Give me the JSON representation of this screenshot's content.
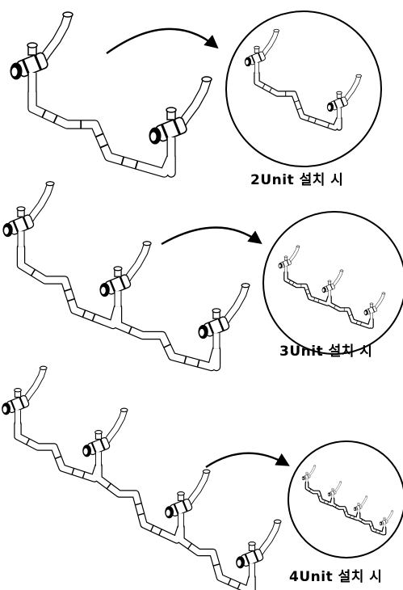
{
  "panels": [
    {
      "id": "two",
      "label": "2Unit 설치 시",
      "units": 2
    },
    {
      "id": "three",
      "label": "3Unit 설치 시",
      "units": 3
    },
    {
      "id": "four",
      "label": "4Unit 설치 시",
      "units": 4
    }
  ],
  "colors": {
    "line": "#000000",
    "fill": "#ffffff"
  }
}
